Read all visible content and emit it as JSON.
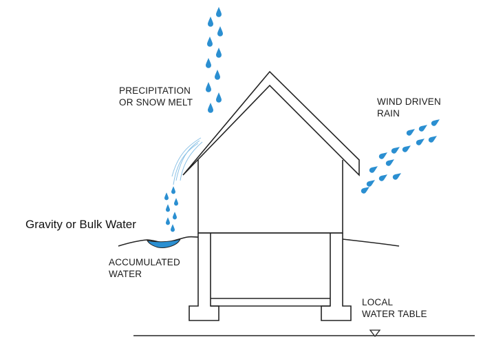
{
  "diagram": {
    "labels": {
      "precipitation": [
        "PRECIPITATION",
        "OR SNOW MELT"
      ],
      "wind_rain": [
        "WIND DRIVEN",
        "RAIN"
      ],
      "gravity": "Gravity or Bulk Water",
      "accumulated": [
        "ACCUMULATED",
        "WATER"
      ],
      "water_table": [
        "LOCAL",
        "WATER TABLE"
      ]
    },
    "colors": {
      "drop": "#2b8fd1",
      "water": "#2b8fd1",
      "outline": "#222222"
    },
    "icons": [
      "raindrop-icon",
      "water-table-triangle-icon"
    ]
  }
}
